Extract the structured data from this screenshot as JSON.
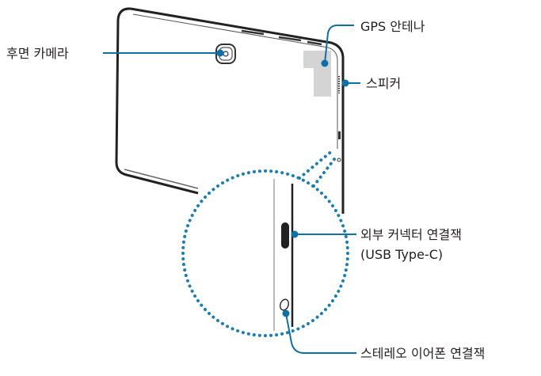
{
  "labels": {
    "rear_camera": "후면 카메라",
    "gps_antenna": "GPS 안테나",
    "speaker": "스피커",
    "usb_connector_line1": "외부 커넥터 연결잭",
    "usb_connector_line2": "(USB Type-C)",
    "earphone_jack": "스테레오 이어폰 연결잭"
  },
  "colors": {
    "callout": "#0a72a8",
    "antenna_area": "#d4d4d4"
  }
}
